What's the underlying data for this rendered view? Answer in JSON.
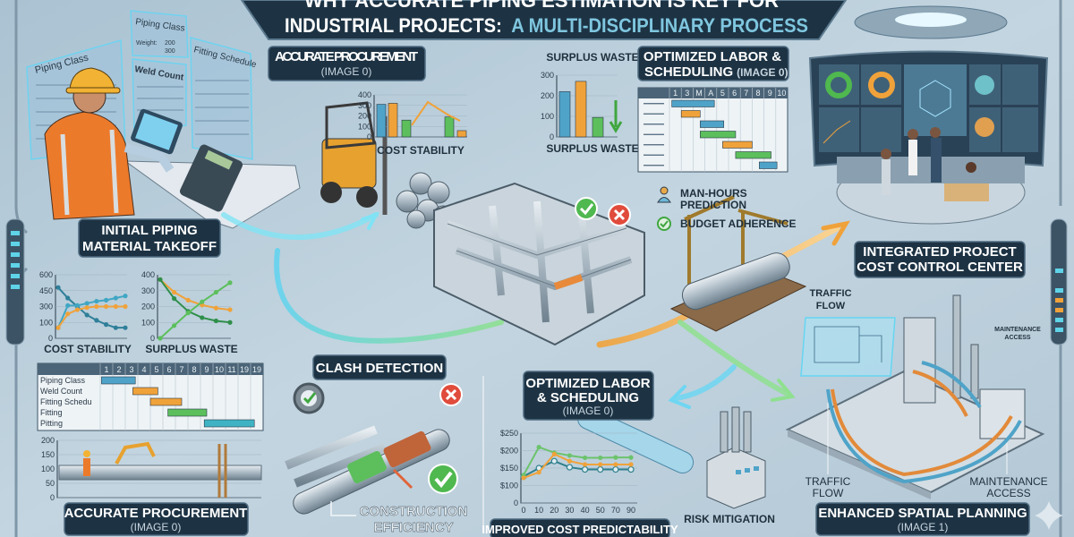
{
  "title": {
    "line1": "WHY ACCURATE PIPING ESTIMATION IS KEY FOR",
    "line2_white": "INDUSTRIAL PROJECTS:",
    "line2_accent": "A MULTI-DISCIPLINARY PROCESS",
    "accent_color": "#7fc6df"
  },
  "colors": {
    "background": "#b9cdd9",
    "label_box": "#1d3344",
    "blue": "#4fa3c8",
    "orange": "#f0a23a",
    "green": "#5cbf5c",
    "teal": "#2e8fa0",
    "red": "#e04b3c"
  },
  "floating_cards": {
    "piping_class": "Piping Class",
    "piping_class_2": "Piping Class",
    "weight_label": "Weight:",
    "weight_value_1": "200",
    "weight_value_2": "300",
    "weld_count": "Weld Count",
    "fitting_schedule": "Fitting Schedule"
  },
  "labels": {
    "initial_takeoff_1": "INITIAL PIPING",
    "initial_takeoff_2": "MATERIAL TAKEOFF",
    "procurement_top": "ACCURATE PROCUREMENT",
    "procurement_top_sub": "(IMAGE 0)",
    "labor_top_1": "OPTIMIZED LABOR &",
    "labor_top_2": "SCHEDULING",
    "labor_top_2_sub": "(IMAGE 0)",
    "man_hours_1": "MAN-HOURS",
    "man_hours_2": "PREDICTION",
    "budget_adherence": "BUDGET ADHERENCE",
    "control_center_1": "INTEGRATED PROJECT",
    "control_center_2": "COST CONTROL CENTER",
    "clash_detection": "CLASH DETECTION",
    "construction_efficiency_1": "CONSTRUCTION",
    "construction_efficiency_2": "EFFICIENCY",
    "labor_mid_1": "OPTIMIZED LABOR",
    "labor_mid_2": "& SCHEDULING",
    "labor_mid_sub": "(IMAGE 0)",
    "cost_predictability": "IMPROVED COST PREDICTABILITY",
    "risk_mitigation": "RISK MITIGATION",
    "traffic_flow_top_1": "TRAFFIC",
    "traffic_flow_top_2": "FLOW",
    "maintenance_top_1": "MAINTENANCE",
    "maintenance_top_2": "ACCESS",
    "traffic_flow_bottom_1": "TRAFFIC",
    "traffic_flow_bottom_2": "FLOW",
    "maintenance_bottom_1": "MAINTENANCE",
    "maintenance_bottom_2": "ACCESS",
    "spatial_planning": "ENHANCED SPATIAL PLANNING",
    "spatial_planning_sub": "(IMAGE 1)",
    "procurement_bottom": "ACCURATE PROCUREMENT",
    "procurement_bottom_sub": "(IMAGE 0)"
  },
  "chart_data": [
    {
      "type": "bar",
      "title": "COST STABILITY",
      "yticks": [
        "0",
        "100",
        "200",
        "300",
        "400"
      ],
      "ylim": [
        0,
        400
      ],
      "values": [
        310,
        320,
        160,
        190,
        60
      ],
      "bar_colors": [
        "#4fa3c8",
        "#f0a23a",
        "#5cbf5c",
        "#5cbf5c",
        "#f0a23a"
      ]
    },
    {
      "type": "bar",
      "title": "SURPLUS WASTE",
      "xlabel": "SURPLUS WASTE",
      "yticks": [
        "0",
        "100",
        "200",
        "300"
      ],
      "ylim": [
        0,
        300
      ],
      "values": [
        220,
        270,
        95
      ],
      "bar_colors": [
        "#4fa3c8",
        "#f0a23a",
        "#5cbf5c"
      ]
    },
    {
      "type": "line",
      "xlabel": "COST STABILITY",
      "yticks": [
        "0",
        "100",
        "300",
        "450",
        "600"
      ],
      "ylim": [
        0,
        600
      ],
      "series": [
        {
          "values": [
            480,
            380,
            300,
            220,
            170,
            130,
            100,
            100
          ],
          "color": "#2e7f99"
        },
        {
          "values": [
            100,
            310,
            310,
            330,
            350,
            360,
            380,
            400
          ],
          "color": "#3fa6c4"
        },
        {
          "values": [
            100,
            230,
            270,
            290,
            300,
            300,
            300,
            300
          ],
          "color": "#f0a23a"
        }
      ]
    },
    {
      "type": "line",
      "xlabel": "SURPLUS WASTE",
      "yticks": [
        "0",
        "100",
        "200",
        "300",
        "400"
      ],
      "ylim": [
        0,
        400
      ],
      "series": [
        {
          "values": [
            370,
            290,
            240,
            210,
            190,
            180
          ],
          "color": "#f0a23a"
        },
        {
          "values": [
            370,
            250,
            170,
            130,
            110,
            100
          ],
          "color": "#2f8f4a"
        },
        {
          "values": [
            0,
            80,
            160,
            230,
            290,
            350
          ],
          "color": "#5cbf5c"
        }
      ]
    },
    {
      "type": "line",
      "categories": [
        "0",
        "10",
        "20",
        "30",
        "40",
        "50",
        "70",
        "90"
      ],
      "yticks": [
        "0",
        "$100",
        "$150",
        "$200",
        "$250"
      ],
      "ylim": [
        0,
        250
      ],
      "series": [
        {
          "values": [
            95,
            125,
            150,
            128,
            120,
            120,
            120,
            120
          ],
          "color": "#2e7f8c",
          "markers": true
        },
        {
          "values": [
            100,
            200,
            180,
            170,
            162,
            162,
            163,
            163
          ],
          "color": "#6cc36c"
        },
        {
          "values": [
            90,
            110,
            175,
            150,
            138,
            138,
            138,
            138
          ],
          "color": "#f0a23a"
        }
      ]
    },
    {
      "type": "table",
      "title": "gantt-top",
      "columns": [
        "1",
        "3",
        "M",
        "A",
        "5",
        "6",
        "7",
        "8",
        "9",
        "10"
      ],
      "bars": [
        [
          0.2,
          3.8,
          "#4fa3c8"
        ],
        [
          1,
          2.6,
          "#f0a23a"
        ],
        [
          2.6,
          4.6,
          "#4fa3c8"
        ],
        [
          2.6,
          5.6,
          "#5cbf5c"
        ],
        [
          4.5,
          7,
          "#f0a23a"
        ],
        [
          5.6,
          8.6,
          "#5cbf5c"
        ],
        [
          7.6,
          9.1,
          "#4fa3c8"
        ]
      ]
    },
    {
      "type": "table",
      "title": "gantt-bottom",
      "columns": [
        "1",
        "2",
        "3",
        "4",
        "5",
        "6",
        "7",
        "8",
        "9",
        "10",
        "11",
        "19",
        "19"
      ],
      "rows": [
        "Piping Class",
        "Weld Count",
        "Fitting Schedu",
        "Fitting",
        "Pitting"
      ],
      "bars": [
        [
          0.1,
          2.8,
          "#4fa3c8"
        ],
        [
          2.6,
          4.6,
          "#f0a23a"
        ],
        [
          4,
          6.5,
          "#f0a23a"
        ],
        [
          5.4,
          8.5,
          "#5cbf5c"
        ],
        [
          8.3,
          12.3,
          "#3fb3c4"
        ]
      ]
    },
    {
      "type": "bar",
      "title": "pipeline-chart",
      "yticks": [
        "0",
        "50",
        "100",
        "150",
        "200"
      ],
      "ylim": [
        0,
        200
      ]
    }
  ]
}
